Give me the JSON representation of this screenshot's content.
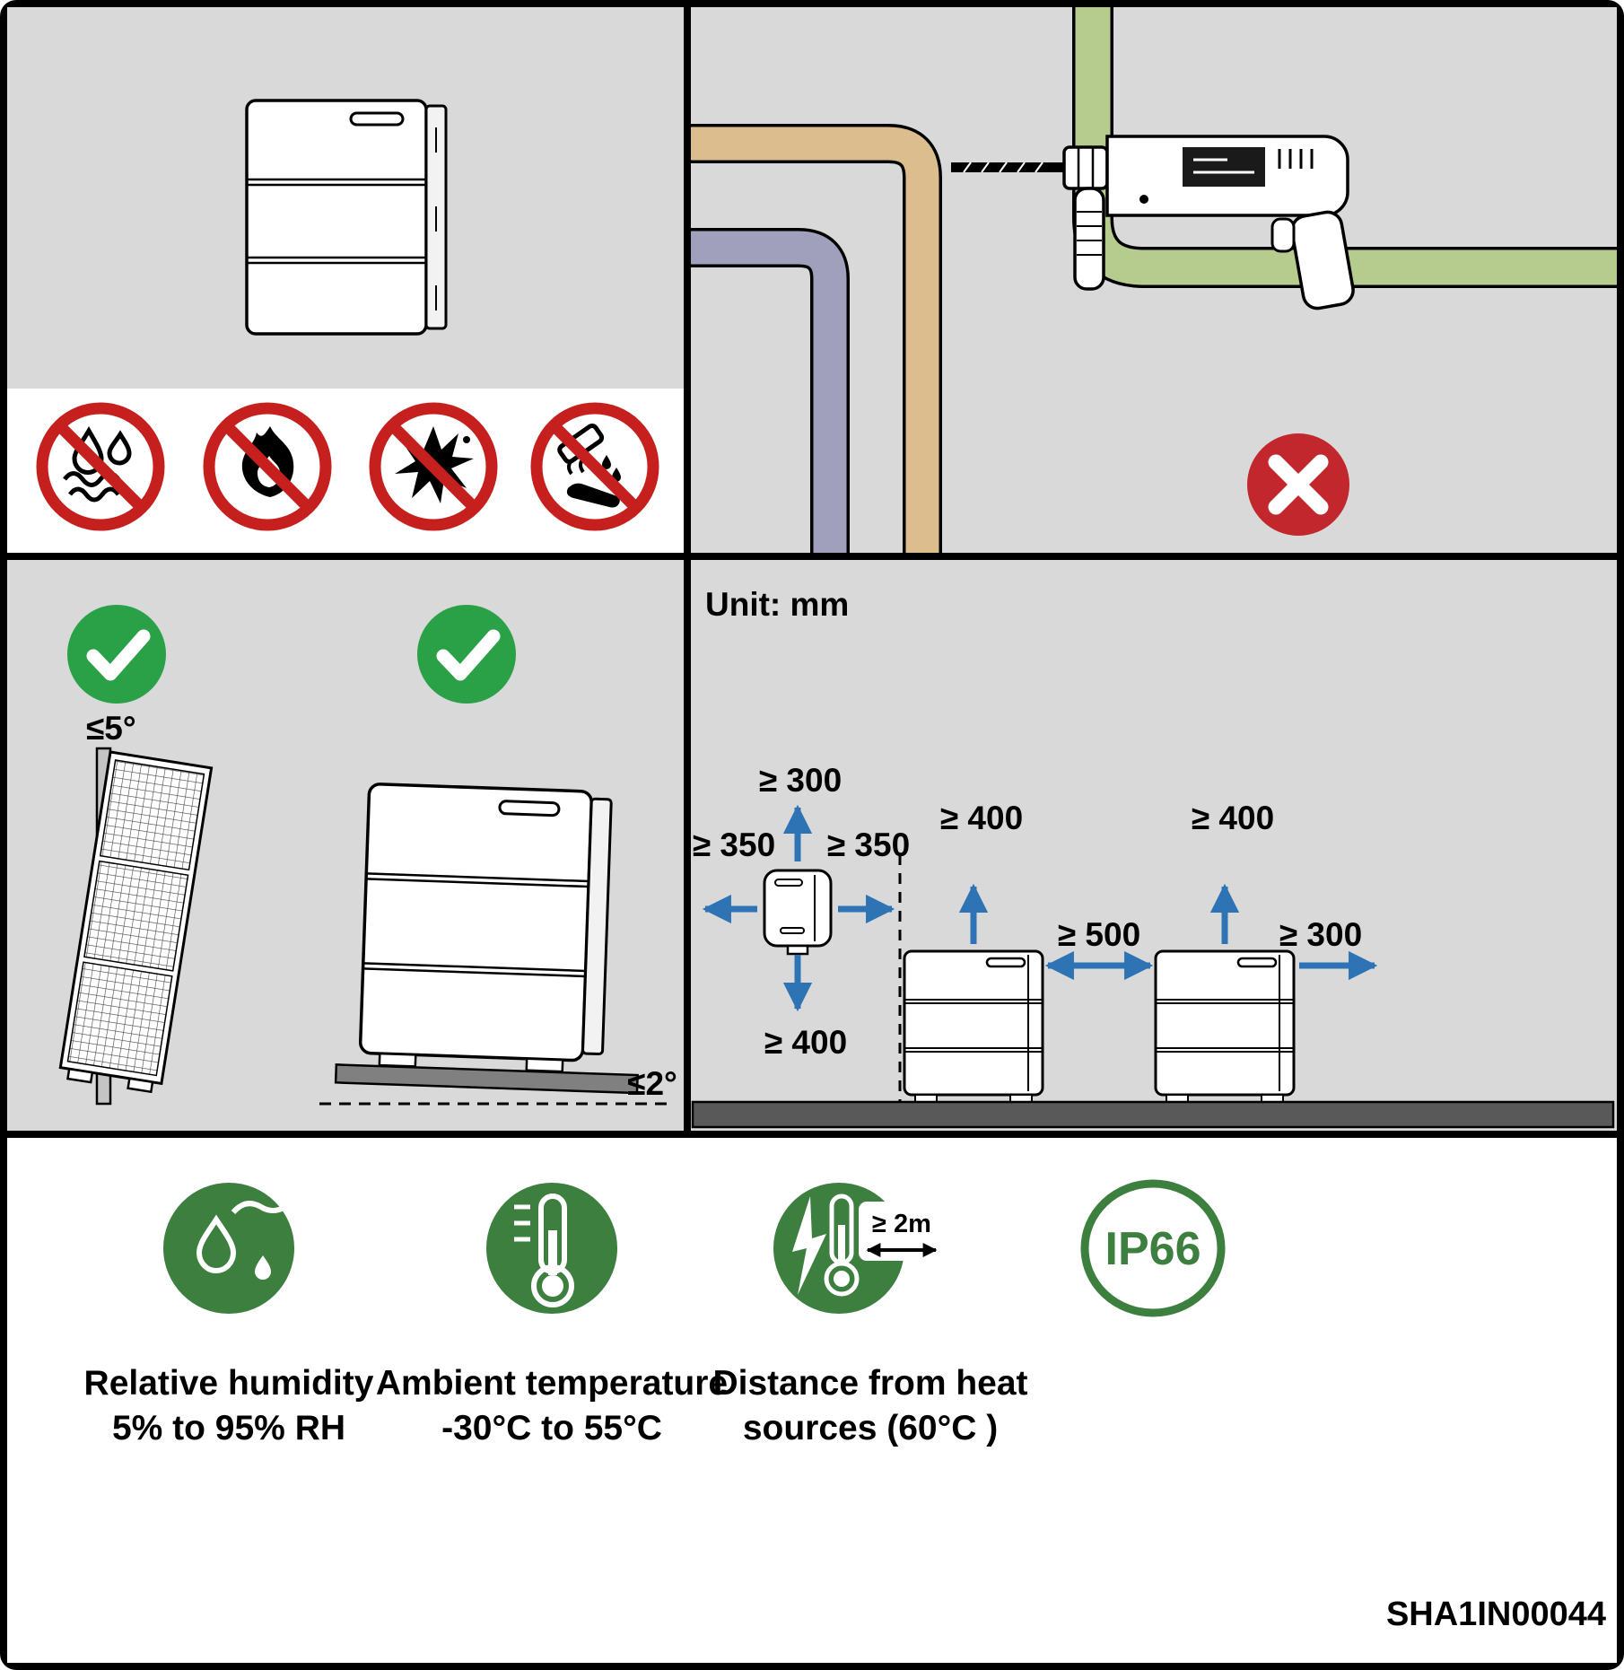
{
  "colors": {
    "panel_gray": "#d9d9d9",
    "outline_black": "#000000",
    "prohibit_red": "#c5201e",
    "cross_red": "#c1272d",
    "check_green": "#2aa147",
    "footer_green": "#3d7f3f",
    "arrow_blue": "#2e74b5",
    "pipe_green": "#b6cc8e",
    "pipe_tan": "#dcbd8d",
    "pipe_purple": "#a0a0bd",
    "floor_gray": "#595959"
  },
  "prohibit_panel": {
    "icons": [
      {
        "name": "no-water-icon"
      },
      {
        "name": "no-fire-icon"
      },
      {
        "name": "no-explosion-icon"
      },
      {
        "name": "no-corrosives-icon"
      }
    ]
  },
  "drill_panel": {
    "status_icon": "forbidden-x-icon"
  },
  "tilt_panel": {
    "wall_tilt_label": "≤5°",
    "base_tilt_label": "≤2°"
  },
  "clearance_panel": {
    "unit_label": "Unit: mm",
    "wall_unit": {
      "top": "≥ 300",
      "left": "≥ 350",
      "right": "≥ 350",
      "bottom": "≥ 400"
    },
    "stack1_top": "≥ 400",
    "stack2_top": "≥ 400",
    "between_stacks": "≥ 500",
    "stack_side": "≥ 300"
  },
  "footer": {
    "humidity_title": "Relative humidity",
    "humidity_value": "5% to 95% RH",
    "temperature_title": "Ambient temperature",
    "temperature_value": "-30°C to 55°C",
    "heat_title": "Distance from heat",
    "heat_value": "sources (60°C )",
    "heat_badge": "≥ 2m",
    "ip_rating": "IP66",
    "doc_code": "SHA1IN00044"
  }
}
